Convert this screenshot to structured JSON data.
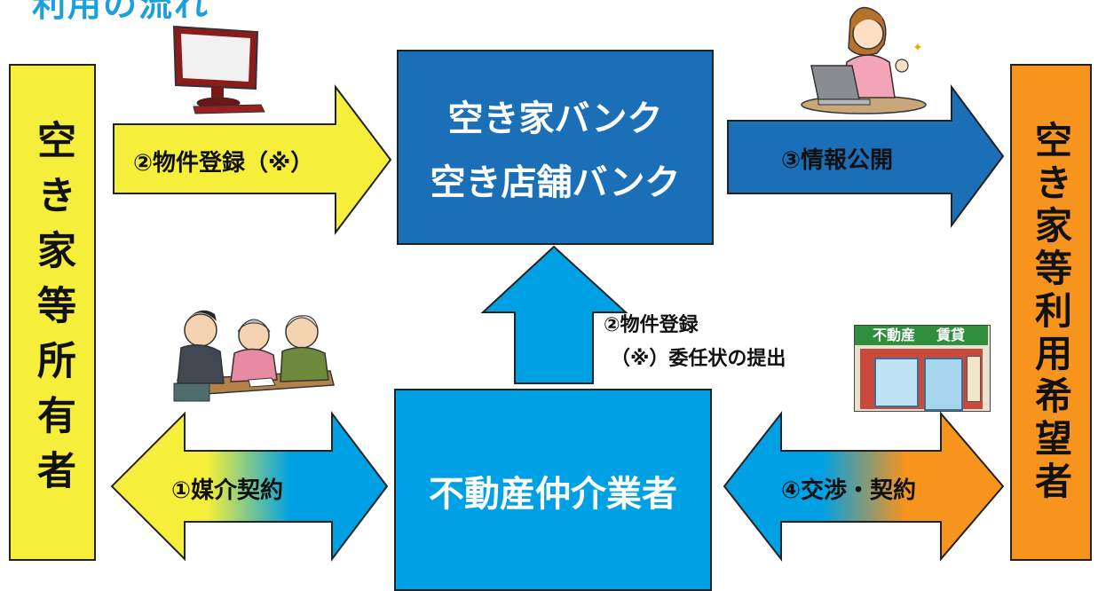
{
  "heading": "利用の流れ",
  "owner_box": {
    "label": "空き家等所有者",
    "color": "#f5ee3a"
  },
  "user_box": {
    "label": "空き家等利用希望者",
    "color": "#f7941d"
  },
  "bank_box": {
    "line1": "空き家バンク",
    "line2": "空き店舗バンク",
    "color": "#1a6fb7"
  },
  "broker_box": {
    "label": "不動産仲介業者",
    "color": "#00a0e4"
  },
  "arrows": {
    "registration": {
      "label": "②物件登録（※）"
    },
    "publish": {
      "label": "③情報公開"
    },
    "broker_registration": {
      "line1": "②物件登録",
      "line2": "（※）委任状の提出"
    },
    "mediation": {
      "label": "①媒介契約"
    },
    "negotiation": {
      "label": "④交渉・契約"
    }
  },
  "shop_sign": {
    "name": "不動産",
    "tag": "賃貸"
  },
  "icons": [
    "computer-monitor-icon",
    "woman-laptop-icon",
    "meeting-people-icon",
    "real-estate-shop-icon"
  ]
}
